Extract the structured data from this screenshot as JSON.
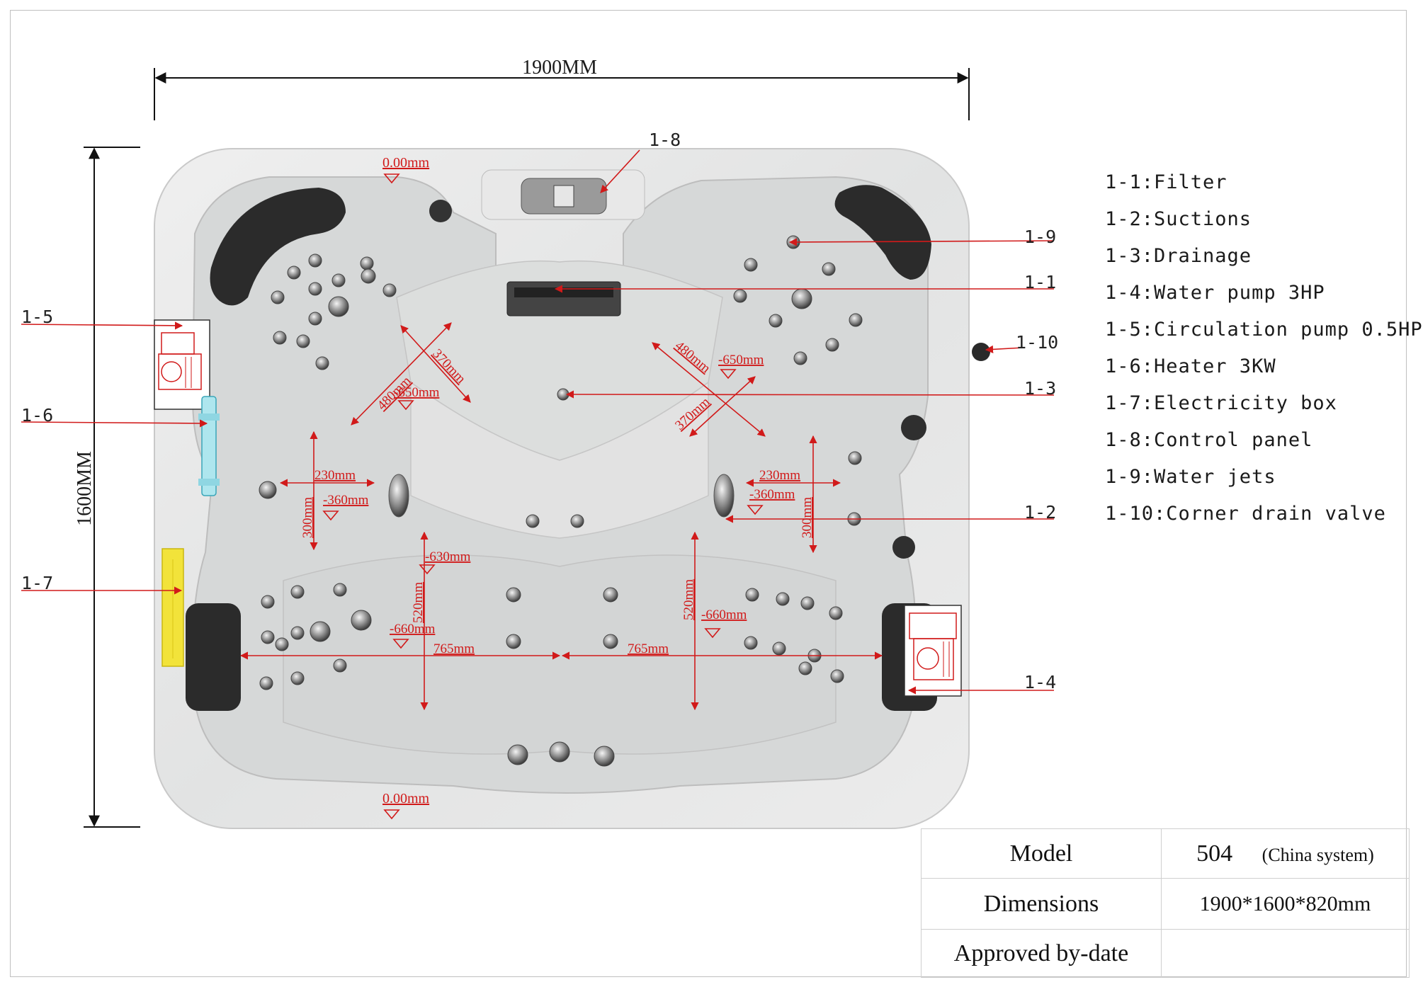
{
  "overall_dimensions": {
    "width": "1900MM",
    "height": "1600MM"
  },
  "callouts": [
    {
      "id": "1-1",
      "label": "1-1"
    },
    {
      "id": "1-2",
      "label": "1-2"
    },
    {
      "id": "1-3",
      "label": "1-3"
    },
    {
      "id": "1-4",
      "label": "1-4"
    },
    {
      "id": "1-5",
      "label": "1-5"
    },
    {
      "id": "1-6",
      "label": "1-6"
    },
    {
      "id": "1-7",
      "label": "1-7"
    },
    {
      "id": "1-8",
      "label": "1-8"
    },
    {
      "id": "1-9",
      "label": "1-9"
    },
    {
      "id": "1-10",
      "label": "1-10"
    }
  ],
  "legend": [
    "1-1:Filter",
    "1-2:Suctions",
    "1-3:Drainage",
    "1-4:Water pump 3HP",
    "1-5:Circulation pump 0.5HP",
    "1-6:Heater 3KW",
    "1-7:Electricity box",
    "1-8:Control panel",
    "1-9:Water jets",
    "1-10:Corner drain valve"
  ],
  "measurements": {
    "top_level": "0.00mm",
    "bottom_level": "0.00mm",
    "seat_left_diag_a": "480mm",
    "seat_left_diag_b": "370mm",
    "seat_left_depth": "-650mm",
    "seat_right_diag_a": "480mm",
    "seat_right_diag_b": "370mm",
    "seat_right_depth": "-650mm",
    "side_left_width": "230mm",
    "side_left_depth": "-360mm",
    "side_left_height": "300mm",
    "side_right_width": "230mm",
    "side_right_depth": "-360mm",
    "side_right_height": "300mm",
    "lounger_left_length": "520mm",
    "lounger_left_depth_top": "-630mm",
    "lounger_left_depth": "-660mm",
    "lounger_right_length": "520mm",
    "lounger_right_depth": "-660mm",
    "bottom_span_left": "765mm",
    "bottom_span_right": "765mm"
  },
  "info_table": {
    "model_label": "Model",
    "model_value": "504",
    "model_system": "(China system)",
    "dimensions_label": "Dimensions",
    "dimensions_value": "1900*1600*820mm",
    "approved_label": "Approved by-date",
    "approved_value": ""
  }
}
